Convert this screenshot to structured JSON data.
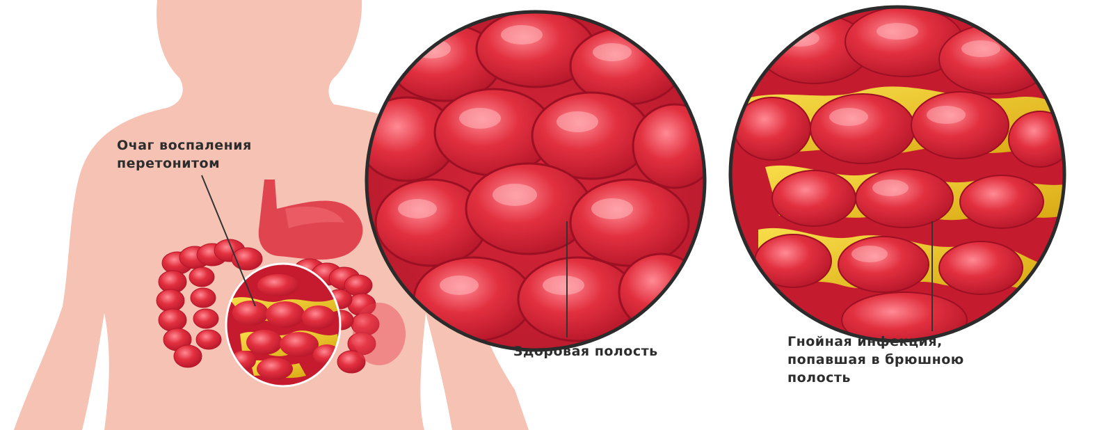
{
  "labels": {
    "focus": [
      "Очаг воспаления",
      "перетонитом"
    ],
    "healthy": "Здоровая полость",
    "infection": [
      "Гнойная инфекция,",
      "попавшая в брюшною",
      "полость"
    ]
  },
  "colors": {
    "skin": "#f4bfb1",
    "tissue": "#d7263a",
    "tissue_dark": "#a8172a",
    "pus": "#e8c21c",
    "outline": "#2b2b2b"
  }
}
